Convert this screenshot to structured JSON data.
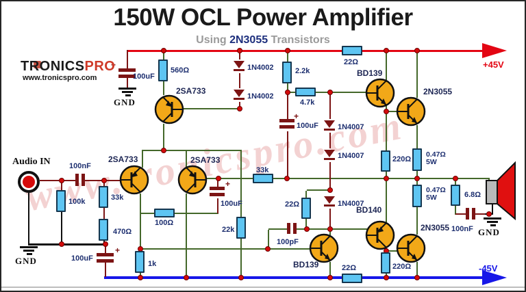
{
  "title": "150W OCL Power Amplifier",
  "subtitle": {
    "prefix": "Using ",
    "highlight": "2N3055",
    "suffix": " Transistors"
  },
  "logo": {
    "brand_black": "TRONICS",
    "brand_red": "PRO",
    "website": "www.tronicspro.com"
  },
  "watermark": "www.tronicspro.com",
  "rails": {
    "positive": "+45V",
    "negative": "-45V"
  },
  "input": {
    "label": "Audio IN"
  },
  "ground_label": "GND",
  "plus_sign": "+",
  "resistors": {
    "r560": "560Ω",
    "r100k": "100k",
    "r33k_in": "33k",
    "r470": "470Ω",
    "r1k": "1k",
    "r100": "100Ω",
    "r22k": "22k",
    "r33k_fb": "33k",
    "r2k2": "2.2k",
    "r4k7": "4.7k",
    "r22_top": "22Ω",
    "r22_mid": "22Ω",
    "r22_bot": "22Ω",
    "r220_top": "220Ω",
    "r220_bot": "220Ω",
    "r047_top": "0.47Ω",
    "r047_bot": "0.47Ω",
    "wattage_5w": "5W",
    "r6r8": "6.8Ω"
  },
  "capacitors": {
    "c100u_rail": "100uF",
    "c100n_in": "100nF",
    "c100u_fb": "100uF",
    "c100u_boot": "100uF",
    "c100u_neg": "100uF",
    "c100p": "100pF",
    "c100n_out": "100nF"
  },
  "diodes": {
    "d1": "1N4002",
    "d2": "1N4002",
    "d3": "1N4007",
    "d4": "1N4007",
    "d5": "1N4007"
  },
  "transistors": {
    "q1": "2SA733",
    "q2": "2SA733",
    "q3": "2SA733",
    "q4": "BD139",
    "q5": "2N3055",
    "q6": "BD140",
    "q7": "2N3055",
    "q8": "BD139"
  },
  "colors": {
    "rail_positive": "#e30613",
    "rail_negative": "#1717e8",
    "wire": "#44682a",
    "wire_secondary": "#7c1414",
    "resistor_fill": "#5ec5f2",
    "transistor_fill": "#f2a818",
    "diode": "#7c1414",
    "label": "#1c2e6f",
    "watermark_color": "#efc7c7"
  }
}
